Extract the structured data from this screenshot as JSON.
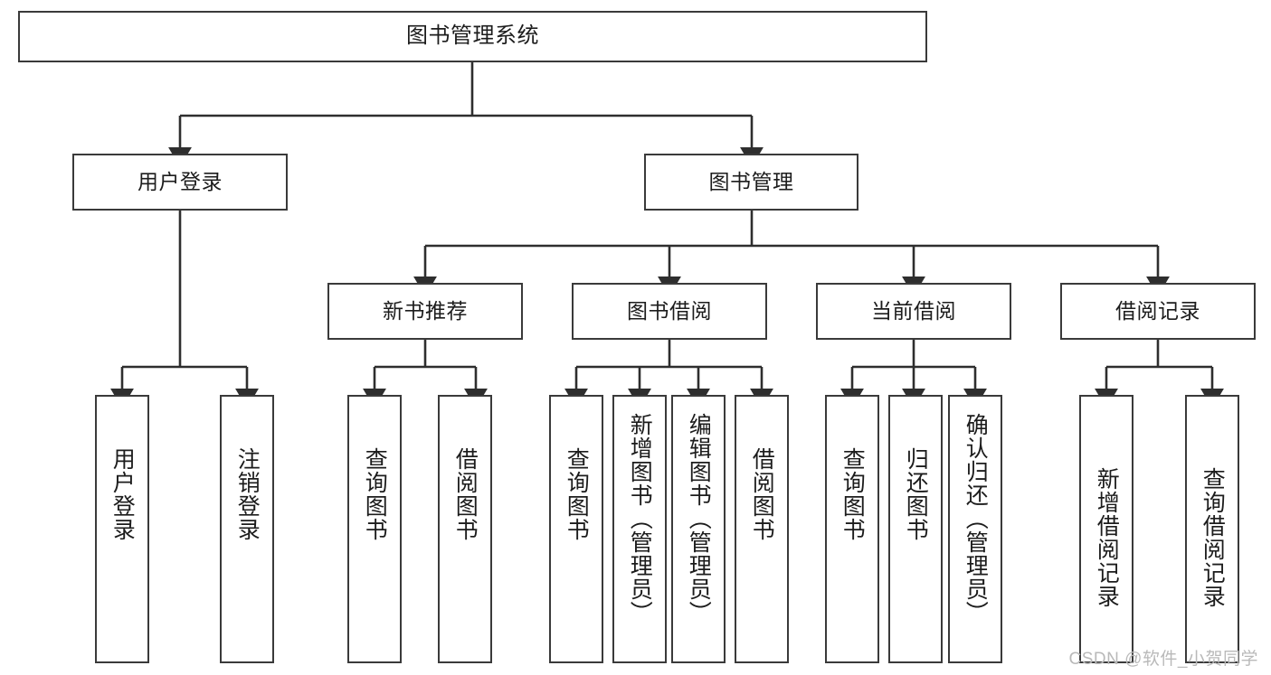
{
  "diagram": {
    "type": "tree",
    "title": "图书管理系统",
    "orientation": "top-down",
    "colors": {
      "box_border": "#3a3a3a",
      "box_fill": "#ffffff",
      "edge": "#2e2e2e",
      "text": "#1c1c1c",
      "watermark": "#b9b9b9",
      "background": "#ffffff"
    },
    "root": {
      "label": "图书管理系统"
    },
    "level2": [
      {
        "label": "用户登录"
      },
      {
        "label": "图书管理"
      }
    ],
    "level3": [
      {
        "label": "新书推荐"
      },
      {
        "label": "图书借阅"
      },
      {
        "label": "当前借阅"
      },
      {
        "label": "借阅记录"
      }
    ],
    "leaves": {
      "user_login": [
        {
          "label": "用户登录"
        },
        {
          "label": "注销登录"
        }
      ],
      "new_book": [
        {
          "label": "查询图书"
        },
        {
          "label": "借阅图书"
        }
      ],
      "book_borrow": [
        {
          "label": "查询图书"
        },
        {
          "label": "新增图书（管理员）"
        },
        {
          "label": "编辑图书（管理员）"
        },
        {
          "label": "借阅图书"
        }
      ],
      "current_borrow": [
        {
          "label": "查询图书"
        },
        {
          "label": "归还图书"
        },
        {
          "label": "确认归还（管理员）"
        }
      ],
      "borrow_record": [
        {
          "label": "新增借阅记录"
        },
        {
          "label": "查询借阅记录"
        }
      ]
    }
  },
  "watermark": {
    "text": "CSDN @软件_小贺同学"
  }
}
